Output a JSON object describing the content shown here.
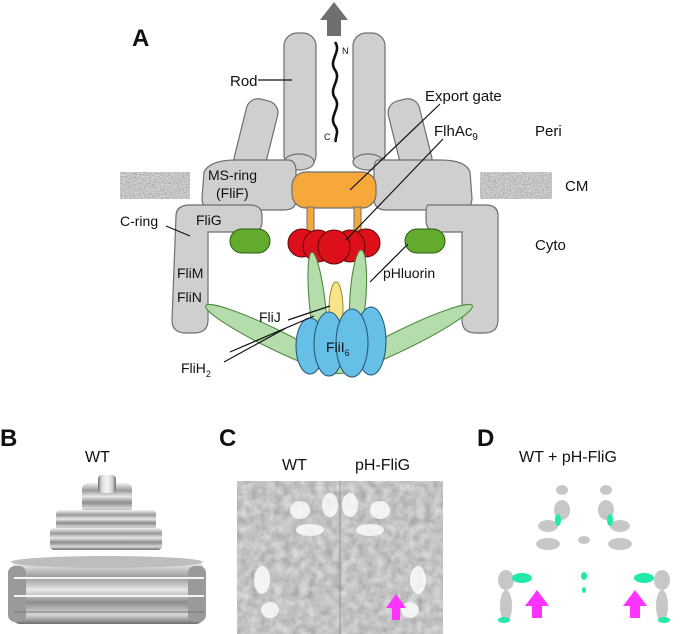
{
  "panels": {
    "a": "A",
    "b": "B",
    "c": "C",
    "d": "D"
  },
  "panel_a": {
    "rod": "Rod",
    "n_term": "N",
    "c_term": "C",
    "export_gate": "Export gate",
    "flhac_main": "FlhAc",
    "flhac_sub": "9",
    "peri": "Peri",
    "ms_ring_line1": "MS-ring",
    "ms_ring_line2": "(FliF)",
    "cm": "CM",
    "c_ring": "C-ring",
    "flig": "FliG",
    "cyto": "Cyto",
    "flim": "FliM",
    "flin": "FliN",
    "phluorin": "pHluorin",
    "flij": "FliJ",
    "flii_main": "FliI",
    "flii_sub": "6",
    "flih_main": "FliH",
    "flih_sub": "2"
  },
  "panel_b": {
    "title": "WT"
  },
  "panel_c": {
    "left_title": "WT",
    "right_title": "pH-FliG"
  },
  "panel_d": {
    "title": "WT + pH-FliG"
  },
  "colors": {
    "structure_gray": "#cfcfcf",
    "export_gate_orange": "#f7a83b",
    "flhac_red": "#dd0f1a",
    "flig_green": "#62ab2c",
    "fliI_blue": "#66bfe6",
    "flih_green": "#b5dcab",
    "flij_yellow": "#f7e48b",
    "arrow_magenta": "#ff33ff",
    "density_cyan": "#22e8a8"
  }
}
